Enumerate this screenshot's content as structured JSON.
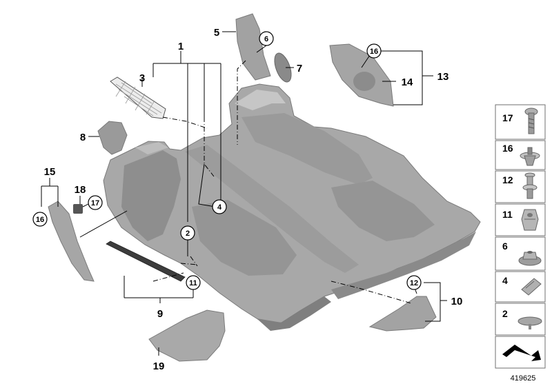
{
  "diagram": {
    "image_id": "419625",
    "callouts": {
      "c1": "1",
      "c2": "2",
      "c3": "3",
      "c4": "4",
      "c5": "5",
      "c6": "6",
      "c7": "7",
      "c8": "8",
      "c9": "9",
      "c10": "10",
      "c11": "11",
      "c12": "12",
      "c13": "13",
      "c14": "14",
      "c15": "15",
      "c16a": "16",
      "c16b": "16",
      "c17": "17",
      "c18": "18",
      "c19": "19"
    }
  },
  "sidebar": {
    "items": [
      {
        "label": "17",
        "icon": "screw-icon"
      },
      {
        "label": "16",
        "icon": "expanding-rivet-icon"
      },
      {
        "label": "12",
        "icon": "fastener-pin-icon"
      },
      {
        "label": "11",
        "icon": "clip-nut-icon"
      },
      {
        "label": "6",
        "icon": "hex-nut-icon"
      },
      {
        "label": "4",
        "icon": "clip-icon"
      },
      {
        "label": "2",
        "icon": "plug-icon"
      },
      {
        "label": "",
        "icon": "shape-template-icon"
      }
    ]
  },
  "colors": {
    "part_fill": "#a9a9a9",
    "part_shade": "#8c8c8c",
    "part_light": "#c4c4c4",
    "line": "#000000"
  }
}
